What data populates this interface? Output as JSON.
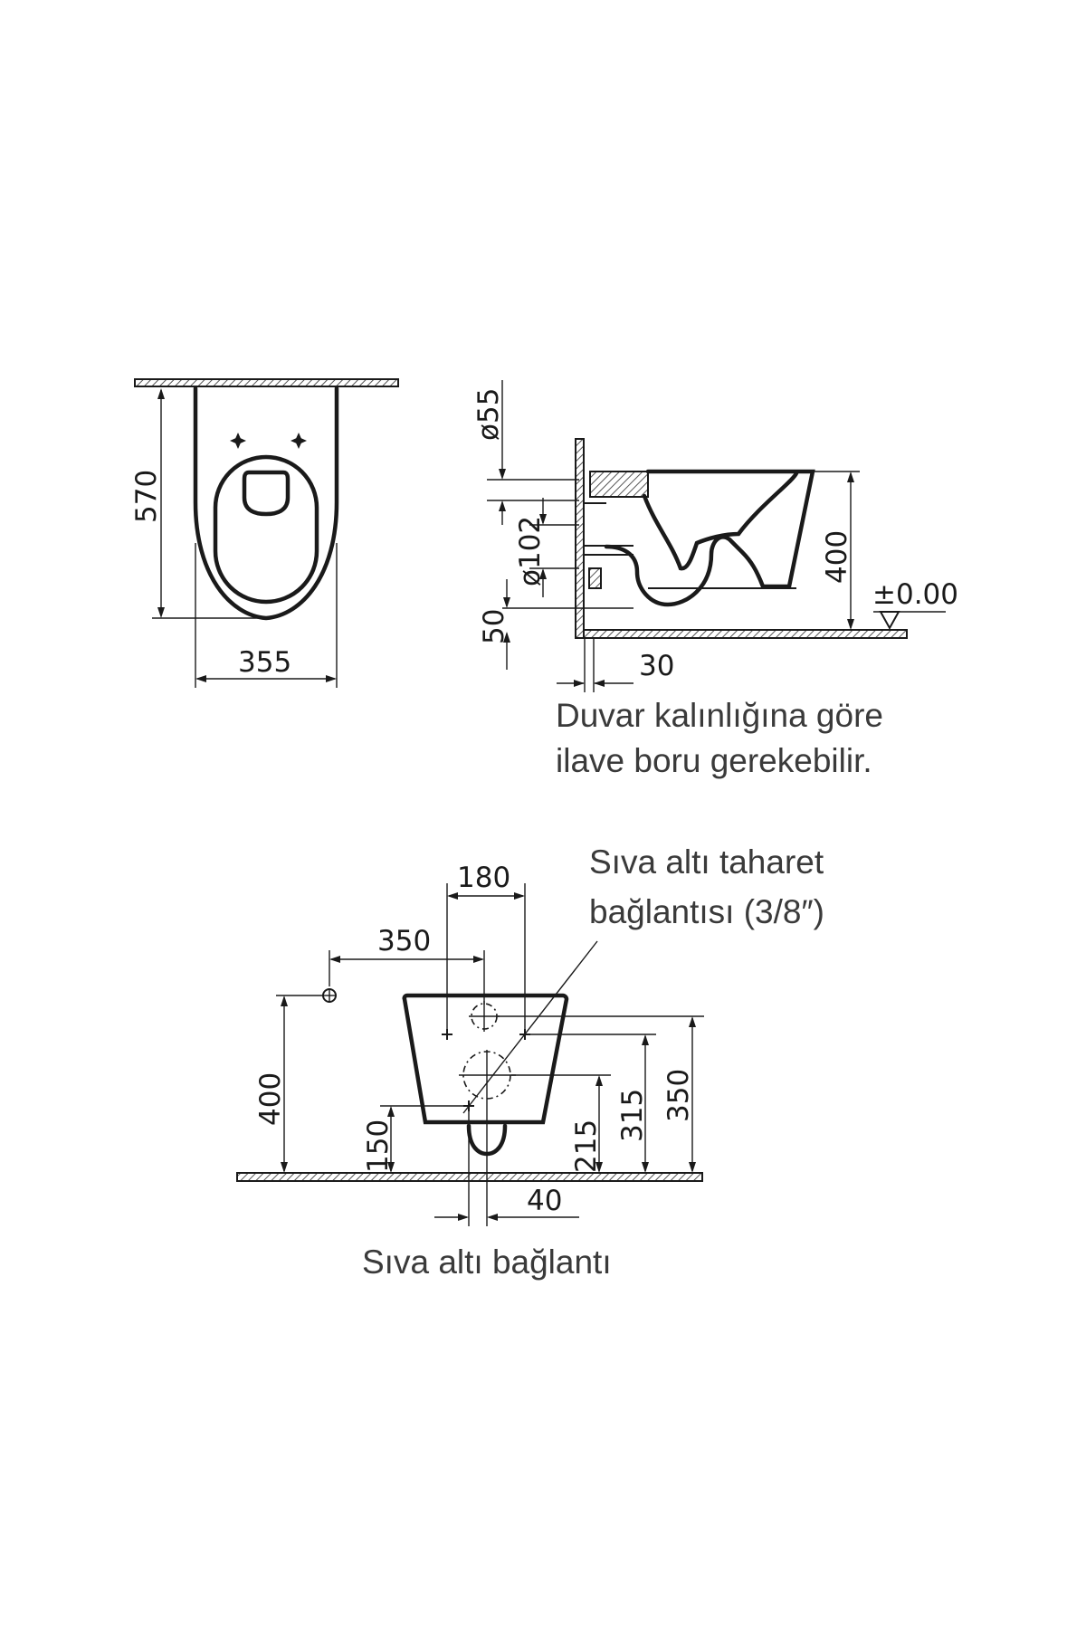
{
  "top_view": {
    "dim_depth": "570",
    "dim_width": "355"
  },
  "side_view": {
    "dim_pipe_top": "ø55",
    "dim_pipe_bottom": "ø102",
    "dim_offset": "50",
    "dim_height": "400",
    "dim_level": "±0.00",
    "dim_wall": "30",
    "note_line1": "Duvar kalınlığına göre",
    "note_line2": "ilave boru gerekebilir."
  },
  "front_view": {
    "dim_180": "180",
    "dim_350_h": "350",
    "dim_400": "400",
    "dim_150": "150",
    "dim_215": "215",
    "dim_315": "315",
    "dim_350_v": "350",
    "dim_40": "40",
    "label_bidet_line1": "Sıva altı taharet",
    "label_bidet_line2": "bağlantısı (3/8″)",
    "caption": "Sıva altı bağlantı"
  }
}
